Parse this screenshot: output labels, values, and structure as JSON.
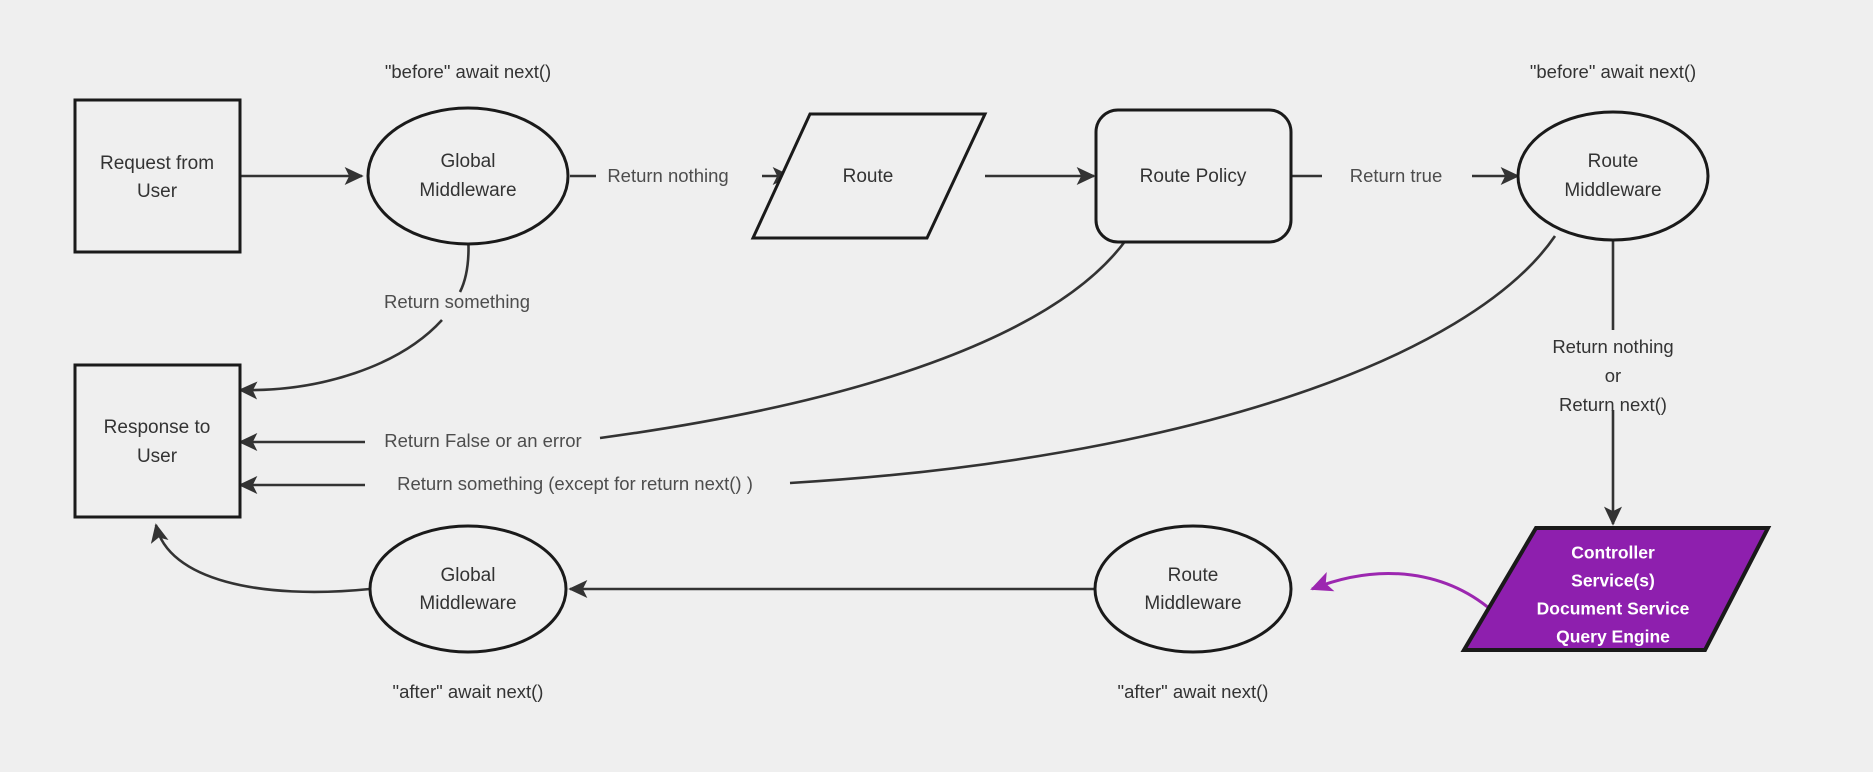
{
  "diagram": {
    "background_color": "#efefef",
    "stroke_color": "#333333",
    "accent_color": "#8e1fae",
    "nodes": {
      "request_from_user": {
        "label_line1": "Request from",
        "label_line2": "User",
        "shape": "rectangle"
      },
      "global_middleware_top": {
        "label_line1": "Global",
        "label_line2": "Middleware",
        "shape": "ellipse"
      },
      "route": {
        "label": "Route",
        "shape": "parallelogram"
      },
      "route_policy": {
        "label": "Route Policy",
        "shape": "rounded-rectangle"
      },
      "route_middleware_top": {
        "label_line1": "Route",
        "label_line2": "Middleware",
        "shape": "ellipse"
      },
      "controller_services": {
        "label_line1": "Controller",
        "label_line2": "Service(s)",
        "label_line3": "Document Service",
        "label_line4": "Query Engine",
        "shape": "parallelogram",
        "fill": "#8e1fae",
        "text_color": "#ffffff"
      },
      "response_to_user": {
        "label_line1": "Response to",
        "label_line2": "User",
        "shape": "rectangle"
      },
      "global_middleware_bottom": {
        "label_line1": "Global",
        "label_line2": "Middleware",
        "shape": "ellipse"
      },
      "route_middleware_bottom": {
        "label_line1": "Route",
        "label_line2": "Middleware",
        "shape": "ellipse"
      }
    },
    "annotations": {
      "before_await_next_global": "\"before\" await next()",
      "before_await_next_route": "\"before\" await next()",
      "after_await_next_global": "\"after\" await next()",
      "after_await_next_route": "\"after\" await next()"
    },
    "edge_labels": {
      "return_nothing": "Return nothing",
      "return_true": "Return true",
      "return_something": "Return something",
      "return_false_or_error": "Return False or an error",
      "return_something_except": "Return something (except for return next() )",
      "return_nothing_or_next_line1": "Return nothing",
      "return_nothing_or_next_line2": "or",
      "return_nothing_or_next_line3": "Return next()"
    }
  }
}
